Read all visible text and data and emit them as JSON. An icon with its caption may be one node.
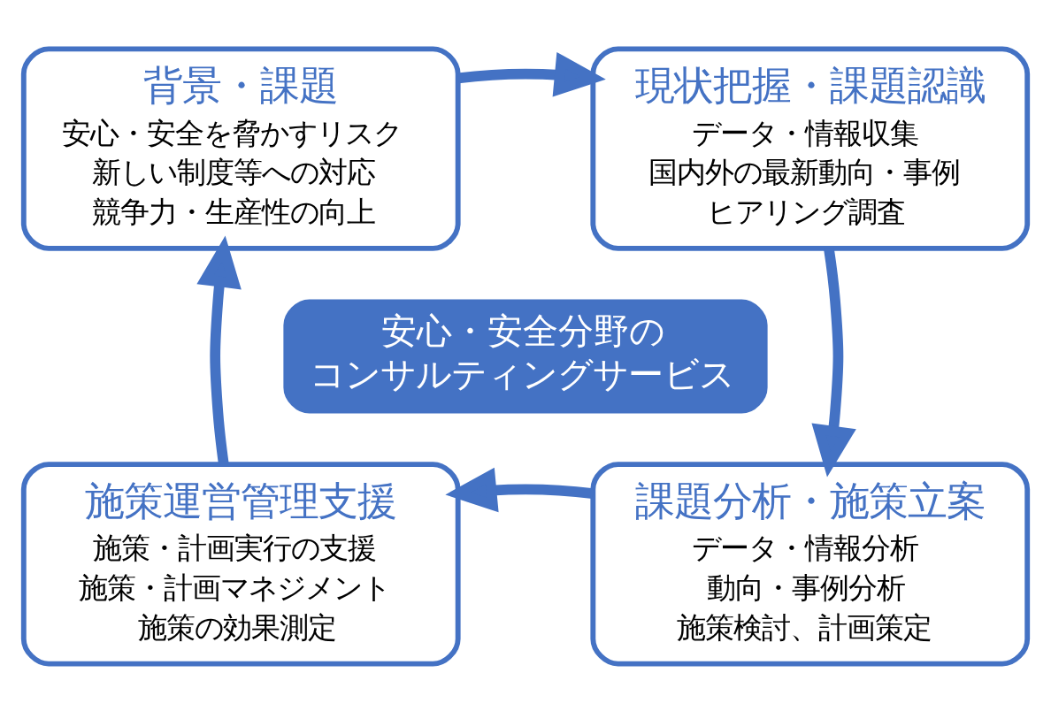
{
  "diagram": {
    "nodes": [
      {
        "text": [
          "背景・課題",
          "安心・安全を脅かすリスク",
          "新しい制度等への対応",
          "競争力・生産性の向上"
        ]
      },
      {
        "text": [
          "現状把握・課題認識",
          "データ・情報収集",
          "国内外の最新動向・事例",
          "ヒアリング調査"
        ]
      },
      {
        "text": [
          "安心・安全分野のコンサルティングサービス"
        ]
      },
      {
        "text": [
          "施策運営管理支援",
          "施策・計画実行の支援",
          "施策・計画マネジメント",
          "施策の効果測定"
        ]
      },
      {
        "text": [
          "課題分析・施策立案",
          "データ・情報分析",
          "動向・事例分析",
          "施策検討、計画策定"
        ]
      }
    ],
    "edges": [
      {
        "from": 0,
        "to": 1,
        "arrow": "to"
      },
      {
        "from": 1,
        "to": 4,
        "arrow": "to"
      },
      {
        "from": 4,
        "to": 3,
        "arrow": "to"
      },
      {
        "from": 3,
        "to": 0,
        "arrow": "to"
      }
    ]
  }
}
